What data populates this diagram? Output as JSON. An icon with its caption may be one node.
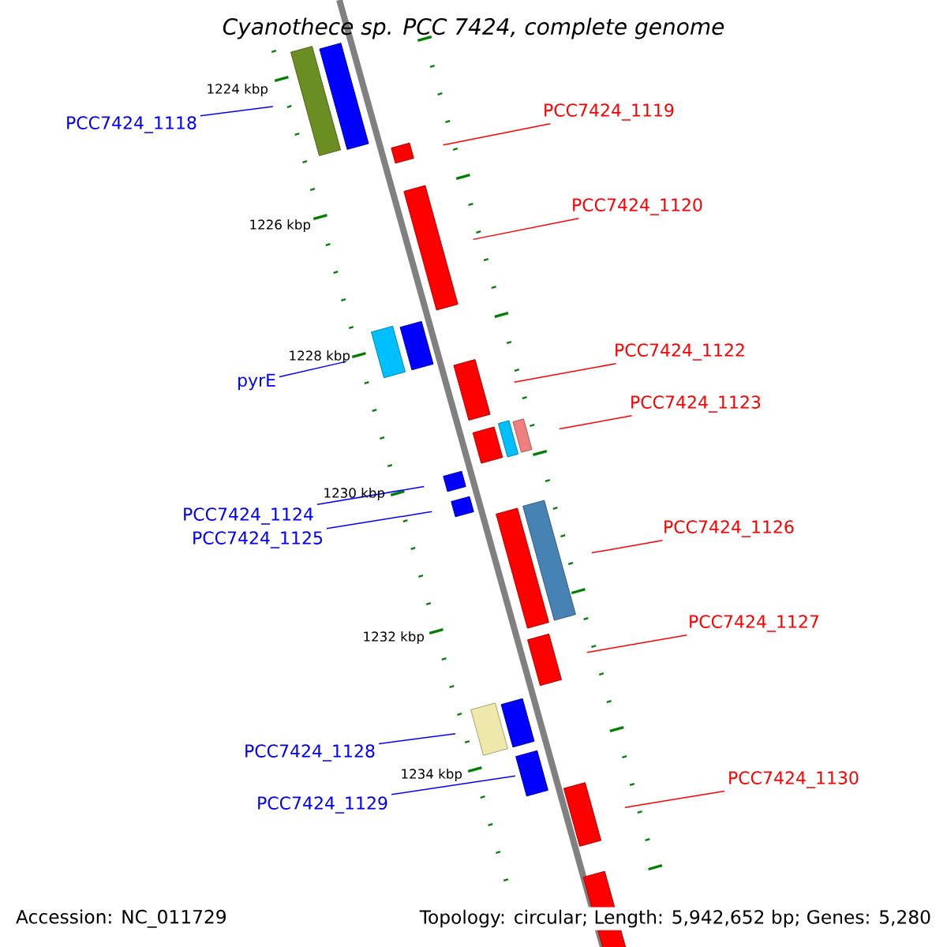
{
  "diagram": {
    "title": "Cyanothece sp. PCC 7424, complete genome",
    "nodes": [
      {
        "text": [
          "PCC7424_1118"
        ]
      },
      {
        "text": [
          "PCC7424_1119"
        ]
      },
      {
        "text": [
          "PCC7424_1120"
        ]
      },
      {
        "text": [
          "PCC7424_1122"
        ]
      },
      {
        "text": [
          "pyrE"
        ]
      },
      {
        "text": [
          "PCC7424_1123"
        ]
      },
      {
        "text": [
          "PCC7424_1124"
        ]
      },
      {
        "text": [
          "PCC7424_1125"
        ]
      },
      {
        "text": [
          "PCC7424_1126"
        ]
      },
      {
        "text": [
          "PCC7424_1127"
        ]
      },
      {
        "text": [
          "PCC7424_1128"
        ]
      },
      {
        "text": [
          "PCC7424_1129"
        ]
      },
      {
        "text": [
          "PCC7424_1130"
        ]
      },
      {
        "text": [],
        "shape": "bar"
      },
      {
        "text": [],
        "shape": "bar"
      },
      {
        "text": [],
        "shape": "bar"
      },
      {
        "text": [],
        "shape": "bar"
      },
      {
        "text": [],
        "shape": "bar"
      },
      {
        "text": [],
        "shape": "bar"
      },
      {
        "text": [],
        "shape": "bar"
      },
      {
        "text": [],
        "shape": "bar"
      },
      {
        "text": [],
        "shape": "bar"
      },
      {
        "text": [],
        "shape": "bar"
      },
      {
        "text": [],
        "shape": "bar"
      },
      {
        "text": [],
        "shape": "bar"
      },
      {
        "text": [],
        "shape": "bar"
      },
      {
        "text": [],
        "shape": "bar"
      },
      {
        "text": [],
        "shape": "bar"
      },
      {
        "text": [],
        "shape": "bar"
      },
      {
        "text": [],
        "shape": "bar"
      },
      {
        "text": [],
        "shape": "bar"
      },
      {
        "text": [],
        "shape": "bar"
      },
      {
        "text": [],
        "shape": "bar"
      }
    ],
    "edges": [
      {
        "from": 0,
        "to": 13,
        "arrow": "none",
        "color": "#0000ff"
      },
      {
        "from": 1,
        "to": 15,
        "arrow": "none"
      },
      {
        "from": 2,
        "to": 16,
        "arrow": "none"
      },
      {
        "from": 3,
        "to": 19,
        "arrow": "none"
      },
      {
        "from": 4,
        "to": 17,
        "arrow": "none",
        "color": "#0000ff"
      },
      {
        "from": 5,
        "to": 22,
        "arrow": "none"
      },
      {
        "from": 6,
        "to": 23,
        "arrow": "none",
        "color": "#0000ff"
      },
      {
        "from": 7,
        "to": 24,
        "arrow": "none",
        "color": "#0000ff"
      },
      {
        "from": 8,
        "to": 26,
        "arrow": "none"
      },
      {
        "from": 9,
        "to": 27,
        "arrow": "none"
      },
      {
        "from": 10,
        "to": 28,
        "arrow": "none",
        "color": "#0000ff"
      },
      {
        "from": 11,
        "to": 30,
        "arrow": "none",
        "color": "#0000ff"
      },
      {
        "from": 12,
        "to": 31,
        "arrow": "none"
      }
    ],
    "labels": [
      "1224 kbp",
      "1226 kbp",
      "1228 kbp",
      "1230 kbp",
      "1232 kbp",
      "1234 kbp",
      "Accession: NC_011729",
      "Topology: circular; Length: 5,942,652 bp; Genes: 5,280"
    ]
  }
}
